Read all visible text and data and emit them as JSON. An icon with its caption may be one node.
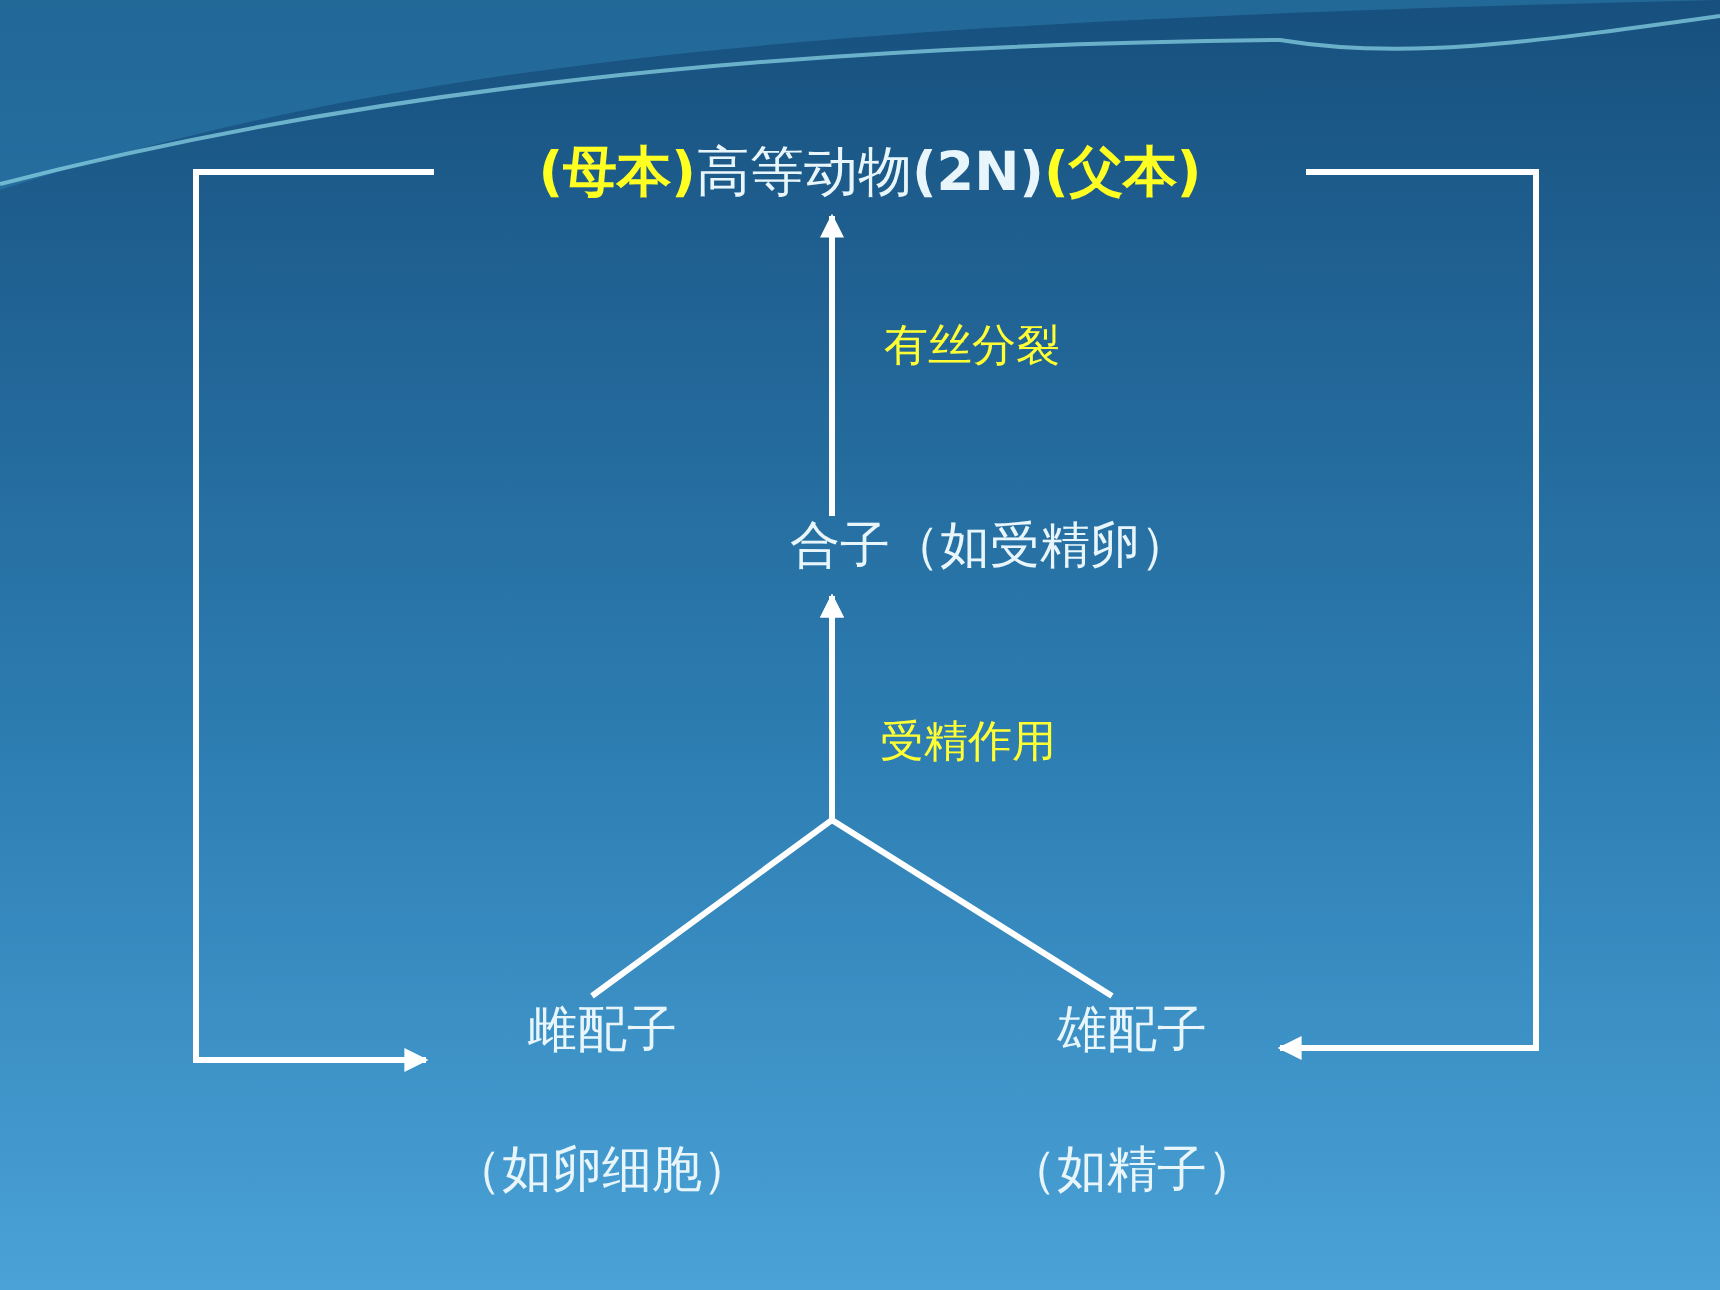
{
  "diagram": {
    "nodes": [
      {
        "text": [
          "(母本)",
          "高等动物**(2N)**",
          "(父本)"
        ]
      },
      {
        "text": [
          "合子（如受精卵）"
        ]
      },
      {
        "text": [
          "雌配子",
          "（如卵细胞）"
        ]
      },
      {
        "text": [
          "雄配子",
          "（如精子）"
        ]
      }
    ],
    "edges": [
      {
        "from": 1,
        "to": 0,
        "arrow": "to",
        "label": "有丝分裂"
      },
      {
        "from": 2,
        "to": 1,
        "arrow": "to",
        "label": "受精作用"
      },
      {
        "from": 3,
        "to": 1,
        "arrow": "to"
      },
      {
        "from": 0,
        "to": 2,
        "arrow": "to"
      },
      {
        "from": 0,
        "to": 3,
        "arrow": "to"
      }
    ]
  }
}
